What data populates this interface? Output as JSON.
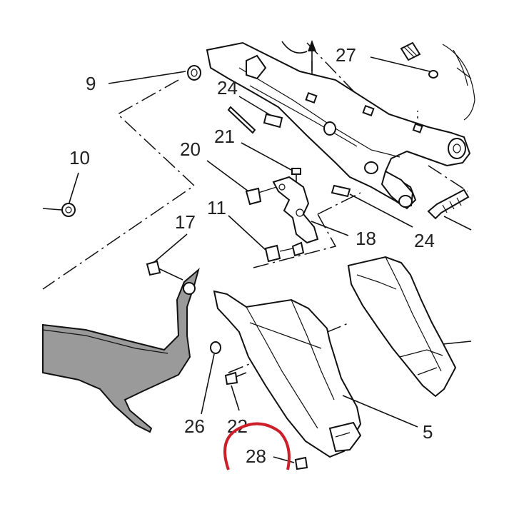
{
  "diagram": {
    "callouts": {
      "c9": "9",
      "c10": "10",
      "c24a": "24",
      "c20": "20",
      "c21": "21",
      "c11": "11",
      "c17": "17",
      "c27": "27",
      "c18": "18",
      "c24b": "24",
      "c26": "26",
      "c22": "22",
      "c28": "28",
      "c5": "5"
    },
    "colors": {
      "line": "#111111",
      "muffler": "#9a9a9a",
      "highlight": "#cc1f2a",
      "text": "#222222"
    }
  }
}
